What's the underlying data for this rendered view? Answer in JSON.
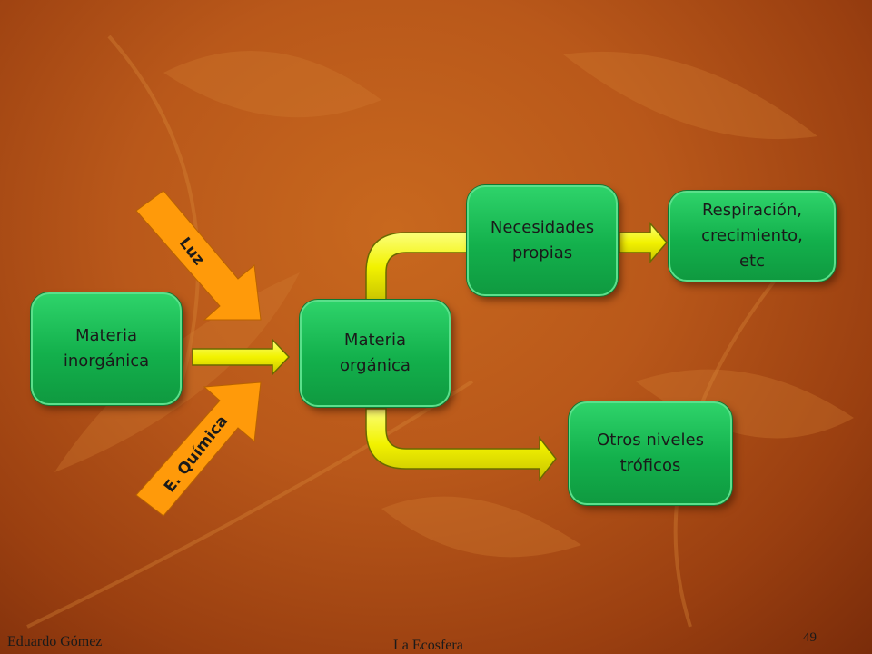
{
  "nodes": {
    "inorganic": "Materia\ninorgánica",
    "organic": "Materia\norgánica",
    "own_needs": "Necesidades\npropias",
    "respiration": "Respiración,\ncrecimiento,\netc",
    "trophic": "Otros niveles\ntróficos"
  },
  "energy": {
    "light": "Luz",
    "chemical": "E. Química"
  },
  "footer": {
    "author": "Eduardo Gómez",
    "title": "La Ecosfera",
    "page": "49"
  },
  "colors": {
    "node_fill": "#13b04c",
    "flow_arrow": "#f2f200",
    "energy_arrow": "#ff9a0a",
    "background": "#b9581a"
  }
}
